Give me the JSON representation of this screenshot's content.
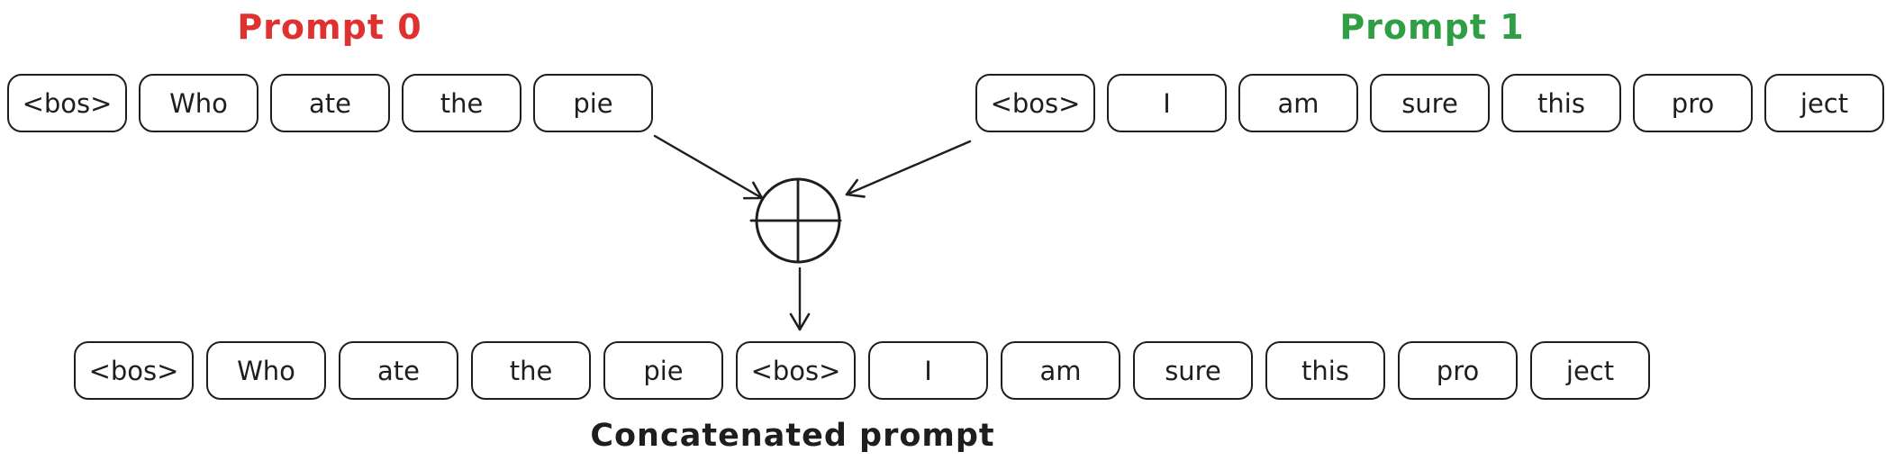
{
  "prompt0": {
    "label": "Prompt 0",
    "color": "#e03131",
    "tokens": [
      "<bos>",
      "Who",
      "ate",
      "the",
      "pie"
    ]
  },
  "prompt1": {
    "label": "Prompt 1",
    "color": "#2f9e44",
    "tokens": [
      "<bos>",
      "I",
      "am",
      "sure",
      "this",
      "pro",
      "ject"
    ]
  },
  "concatenated": {
    "label": "Concatenated prompt",
    "tokens": [
      "<bos>",
      "Who",
      "ate",
      "the",
      "pie",
      "<bos>",
      "I",
      "am",
      "sure",
      "this",
      "pro",
      "ject"
    ]
  },
  "operator": {
    "icon": "circled-plus",
    "meaning": "concatenate"
  },
  "colors": {
    "stroke": "#1e1e1e",
    "background": "#ffffff"
  }
}
